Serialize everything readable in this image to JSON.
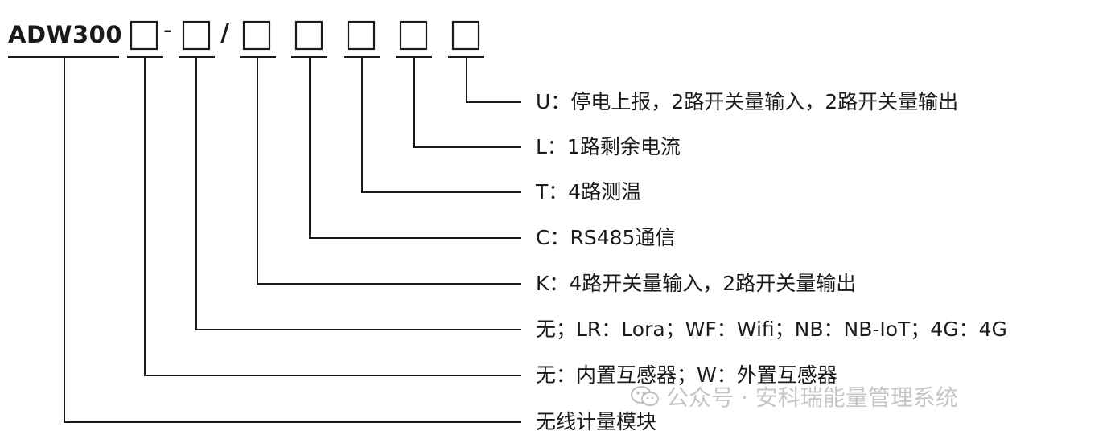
{
  "model": "ADW300",
  "separators": {
    "dash": "-",
    "slash": "/"
  },
  "descriptions": [
    "U：停电上报，2路开关量输入，2路开关量输出",
    "L：1路剩余电流",
    "T：4路测温",
    "C：RS485通信",
    "K：4路开关量输入，2路开关量输出",
    "无；LR：Lora；WF：Wifi；NB：NB-IoT；4G：4G",
    "无：内置互感器；W：外置互感器",
    "无线计量模块"
  ],
  "watermark": "公众号 · 安科瑞能量管理系统",
  "colors": {
    "line": "#1a1a1a",
    "text": "#1a1a1a",
    "watermark": "#9a9a9a"
  }
}
